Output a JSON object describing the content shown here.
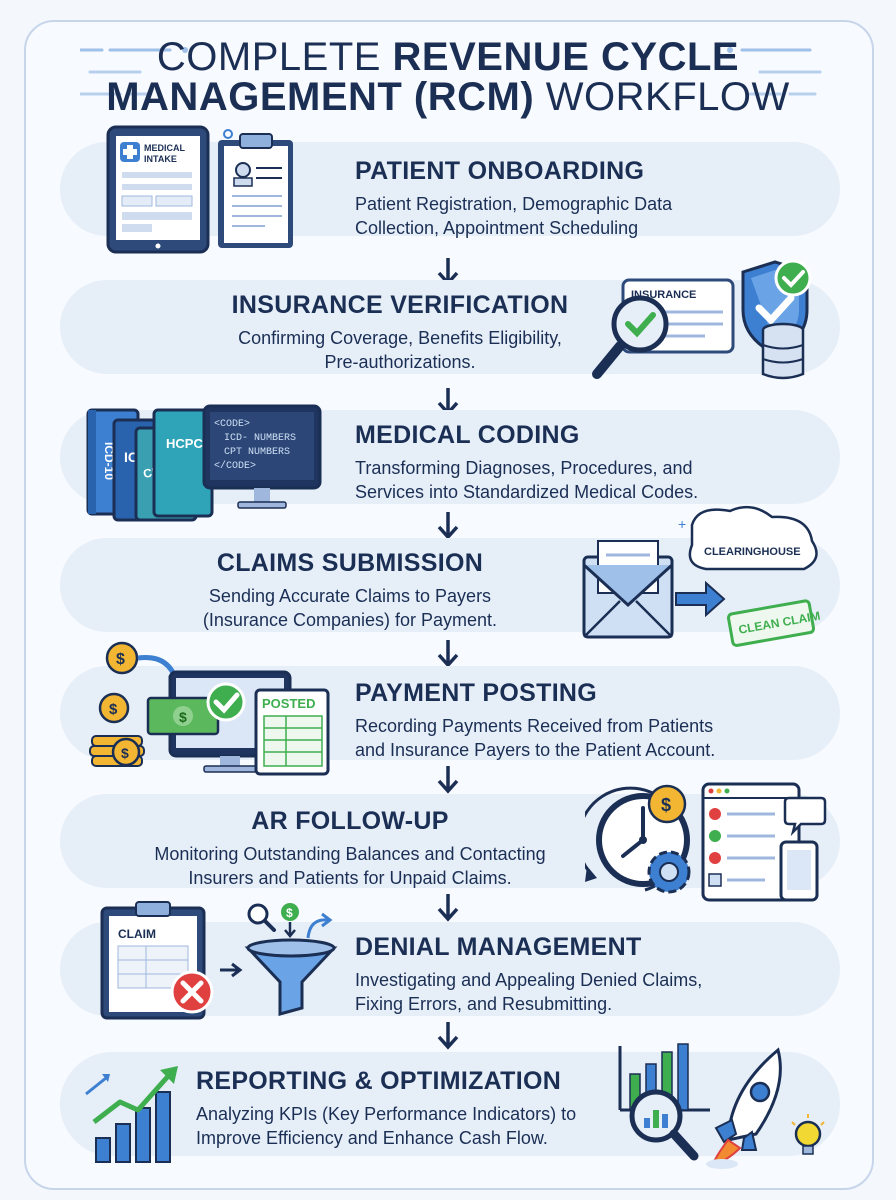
{
  "title": {
    "line1_light": "COMPLETE ",
    "line1_bold": "REVENUE CYCLE",
    "line2_bold": "MANAGEMENT (RCM) ",
    "line2_light": "WORKFLOW"
  },
  "steps": [
    {
      "title": "PATIENT ONBOARDING",
      "desc1": "Patient Registration, Demographic Data",
      "desc2": "Collection, Appointment Scheduling"
    },
    {
      "title": "INSURANCE VERIFICATION",
      "desc1": "Confirming Coverage, Benefits Eligibility,",
      "desc2": "Pre-authorizations."
    },
    {
      "title": "MEDICAL CODING",
      "desc1": "Transforming Diagnoses, Procedures, and",
      "desc2": "Services into Standardized Medical Codes."
    },
    {
      "title": "CLAIMS SUBMISSION",
      "desc1": "Sending Accurate Claims to Payers",
      "desc2": "(Insurance Companies) for Payment."
    },
    {
      "title": "PAYMENT POSTING",
      "desc1": "Recording Payments Received from Patients",
      "desc2": "and Insurance Payers to the Patient Account."
    },
    {
      "title": "AR FOLLOW-UP",
      "desc1": "Monitoring Outstanding Balances and Contacting",
      "desc2": "Insurers and Patients for Unpaid Claims."
    },
    {
      "title": "DENIAL MANAGEMENT",
      "desc1": "Investigating and Appealing Denied Claims,",
      "desc2": "Fixing Errors, and Resubmitting."
    },
    {
      "title": "REPORTING & OPTIMIZATION",
      "desc1": "Analyzing KPIs (Key Performance Indicators) to",
      "desc2": "Improve Efficiency and Enhance Cash Flow."
    }
  ],
  "illustrations": {
    "medical_intake": [
      "MEDICAL",
      "INTAKE"
    ],
    "insurance_card": "INSURANCE",
    "books": {
      "icd": "ICD-10",
      "icd_short": "ICD",
      "cpt": "CPT",
      "hcpcs": "HCPCS"
    },
    "code_screen": [
      "<CODE>",
      "ICD- NUMBERS",
      "CPT NUMBERS",
      "</CODE>"
    ],
    "clearinghouse": "CLEARINGHOUSE",
    "clean_claim": "CLEAN CLAIM",
    "posted": "POSTED",
    "claim": "CLAIM"
  },
  "colors": {
    "navy": "#1b2f55",
    "band": "#e6eef8",
    "blue": "#3d7fd1",
    "green": "#3fae4f",
    "red": "#e04040",
    "gold": "#f2b632"
  }
}
